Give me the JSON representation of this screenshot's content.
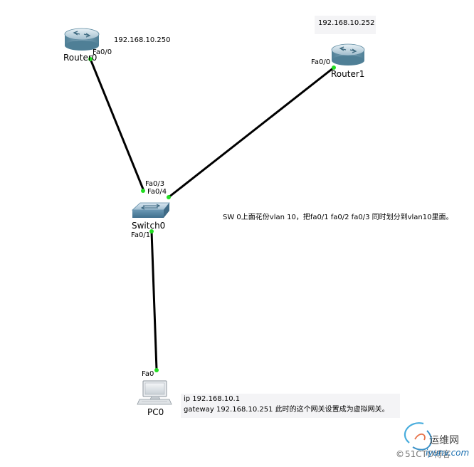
{
  "devices": {
    "router0": {
      "label": "Router0",
      "port": "Fa0/0",
      "ip": "192.168.10.250"
    },
    "router1": {
      "label": "Router1",
      "port": "Fa0/0",
      "ip": "192.168.10.252"
    },
    "switch0": {
      "label": "Switch0",
      "port_r0": "Fa0/3",
      "port_r1": "Fa0/4",
      "port_pc": "Fa0/1"
    },
    "pc0": {
      "label": "PC0",
      "port": "Fa0"
    }
  },
  "notes": {
    "switch_note": "SW 0上面花份vlan 10，把fa0/1 fa0/2 fa0/3  同时划分到vlan10里面。",
    "pc_ip": "ip 192.168.10.1",
    "pc_gateway": "gateway 192.168.10.251 此时的这个网关设置成为虚拟网关。"
  },
  "watermark": {
    "text_cn": "运维网",
    "text_site": "51CTO博客",
    "text_url": "iyunv.com",
    "symbol": "©"
  },
  "colors": {
    "link": "#000000",
    "port_dot": "#22dd22",
    "router_body": "#6f9bb0",
    "switch_body": "#5f8eaa",
    "note_bg": "#f4f4f6"
  }
}
